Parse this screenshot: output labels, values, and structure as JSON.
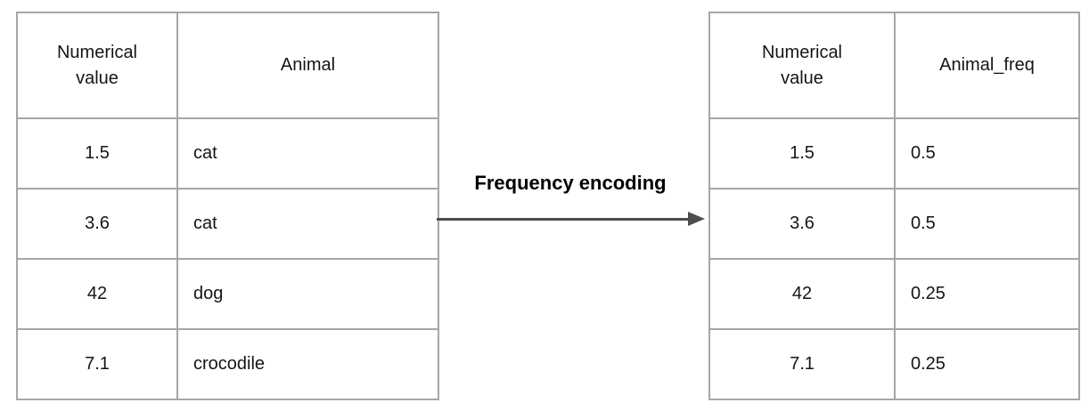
{
  "diagram": {
    "title_label": "Frequency encoding"
  },
  "left_table": {
    "headers": [
      "Numerical value",
      "Animal"
    ],
    "rows": [
      [
        "1.5",
        "cat"
      ],
      [
        "3.6",
        "cat"
      ],
      [
        "42",
        "dog"
      ],
      [
        "7.1",
        "crocodile"
      ]
    ]
  },
  "right_table": {
    "headers": [
      "Numerical value",
      "Animal_freq"
    ],
    "rows": [
      [
        "1.5",
        "0.5"
      ],
      [
        "3.6",
        "0.5"
      ],
      [
        "42",
        "0.25"
      ],
      [
        "7.1",
        "0.25"
      ]
    ]
  },
  "colors": {
    "table_border": "#a6a6a6",
    "arrow": "#4d4d4d",
    "text": "#151515"
  }
}
